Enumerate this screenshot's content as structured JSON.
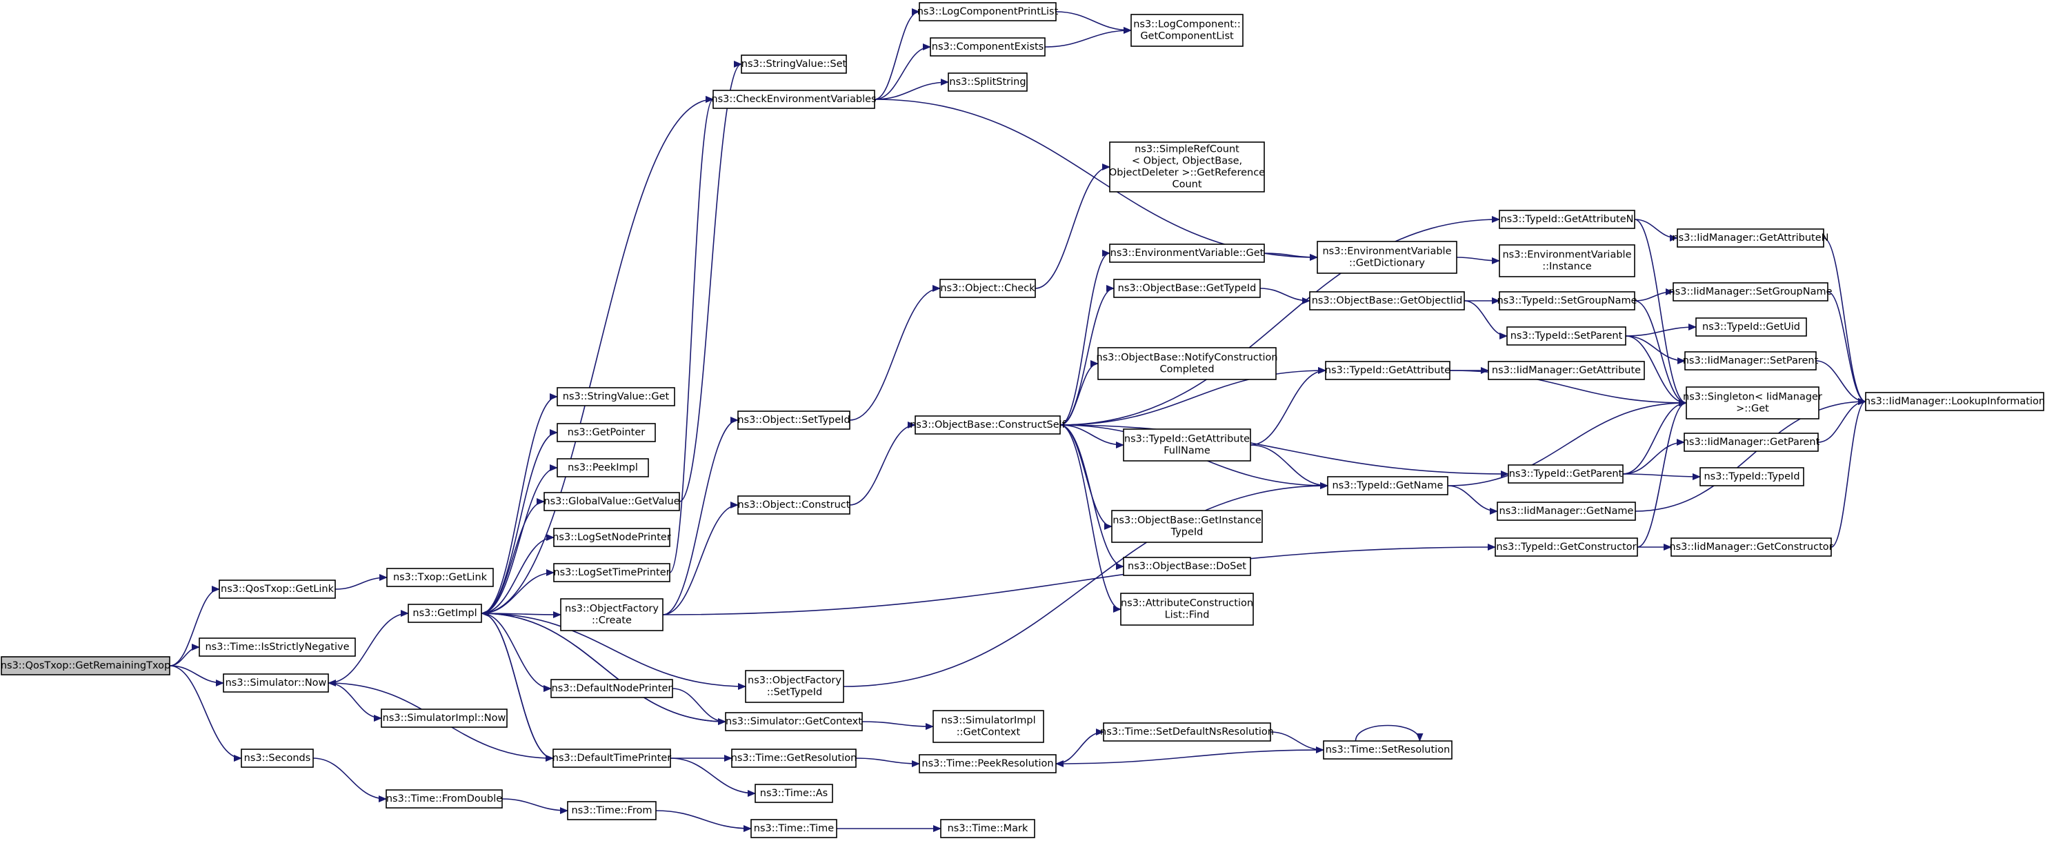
{
  "diagram": {
    "title": "",
    "colors": {
      "edge": "#191970",
      "node_border": "#000000",
      "node_fill": "#ffffff",
      "root_fill": "#bfbfbf"
    },
    "nodes": [
      {
        "id": "root",
        "lines": [
          "ns3::QosTxop::GetRemainingTxop"
        ],
        "root": true
      },
      {
        "id": "qos_getlink",
        "lines": [
          "ns3::QosTxop::GetLink"
        ]
      },
      {
        "id": "time_isstrictlyneg",
        "lines": [
          "ns3::Time::IsStrictlyNegative"
        ]
      },
      {
        "id": "sim_now",
        "lines": [
          "ns3::Simulator::Now"
        ]
      },
      {
        "id": "seconds",
        "lines": [
          "ns3::Seconds"
        ]
      },
      {
        "id": "txop_getlink",
        "lines": [
          "ns3::Txop::GetLink"
        ]
      },
      {
        "id": "getimpl",
        "lines": [
          "ns3::GetImpl"
        ]
      },
      {
        "id": "simimpl_now",
        "lines": [
          "ns3::SimulatorImpl::Now"
        ]
      },
      {
        "id": "time_fromdouble",
        "lines": [
          "ns3::Time::FromDouble"
        ]
      },
      {
        "id": "stringvalue_get",
        "lines": [
          "ns3::StringValue::Get"
        ]
      },
      {
        "id": "getpointer",
        "lines": [
          "ns3::GetPointer"
        ]
      },
      {
        "id": "peekimpl",
        "lines": [
          "ns3::PeekImpl"
        ]
      },
      {
        "id": "globalvalue_getvalue",
        "lines": [
          "ns3::GlobalValue::GetValue"
        ]
      },
      {
        "id": "logsetnodeprinter",
        "lines": [
          "ns3::LogSetNodePrinter"
        ]
      },
      {
        "id": "logsettimeprinter",
        "lines": [
          "ns3::LogSetTimePrinter"
        ]
      },
      {
        "id": "objfactory_create",
        "lines": [
          "ns3::ObjectFactory",
          "::Create"
        ]
      },
      {
        "id": "defaultnodeprinter",
        "lines": [
          "ns3::DefaultNodePrinter"
        ]
      },
      {
        "id": "defaulttimeprinter",
        "lines": [
          "ns3::DefaultTimePrinter"
        ]
      },
      {
        "id": "time_from",
        "lines": [
          "ns3::Time::From"
        ]
      },
      {
        "id": "stringvalue_set",
        "lines": [
          "ns3::StringValue::Set"
        ]
      },
      {
        "id": "checkenvvars",
        "lines": [
          "ns3::CheckEnvironmentVariables"
        ]
      },
      {
        "id": "object_settypeid",
        "lines": [
          "ns3::Object::SetTypeId"
        ]
      },
      {
        "id": "object_construct",
        "lines": [
          "ns3::Object::Construct"
        ]
      },
      {
        "id": "objfactory_settypeid",
        "lines": [
          "ns3::ObjectFactory",
          "::SetTypeId"
        ]
      },
      {
        "id": "sim_getcontext",
        "lines": [
          "ns3::Simulator::GetContext"
        ]
      },
      {
        "id": "time_getresolution",
        "lines": [
          "ns3::Time::GetResolution"
        ]
      },
      {
        "id": "time_as",
        "lines": [
          "ns3::Time::As"
        ]
      },
      {
        "id": "time_time",
        "lines": [
          "ns3::Time::Time"
        ]
      },
      {
        "id": "logcompprintlist",
        "lines": [
          "ns3::LogComponentPrintList"
        ]
      },
      {
        "id": "componentexists",
        "lines": [
          "ns3::ComponentExists"
        ]
      },
      {
        "id": "splitstring",
        "lines": [
          "ns3::SplitString"
        ]
      },
      {
        "id": "object_check",
        "lines": [
          "ns3::Object::Check"
        ]
      },
      {
        "id": "objbase_constructself",
        "lines": [
          "ns3::ObjectBase::ConstructSelf"
        ]
      },
      {
        "id": "simimpl_getcontext",
        "lines": [
          "ns3::SimulatorImpl",
          "::GetContext"
        ]
      },
      {
        "id": "time_peekresolution",
        "lines": [
          "ns3::Time::PeekResolution"
        ]
      },
      {
        "id": "time_mark",
        "lines": [
          "ns3::Time::Mark"
        ]
      },
      {
        "id": "logcomp_getcomplist",
        "lines": [
          "ns3::LogComponent::",
          "GetComponentList"
        ]
      },
      {
        "id": "simplerefcount",
        "lines": [
          "ns3::SimpleRefCount",
          "< Object, ObjectBase,",
          "ObjectDeleter >::GetReference",
          "Count"
        ]
      },
      {
        "id": "envvar_get",
        "lines": [
          "ns3::EnvironmentVariable::Get"
        ]
      },
      {
        "id": "objbase_gettypeid",
        "lines": [
          "ns3::ObjectBase::GetTypeId"
        ]
      },
      {
        "id": "objbase_notifyconstruction",
        "lines": [
          "ns3::ObjectBase::NotifyConstruction",
          "Completed"
        ]
      },
      {
        "id": "typeid_getattributefullname",
        "lines": [
          "ns3::TypeId::GetAttribute",
          "FullName"
        ]
      },
      {
        "id": "objbase_getinstancetypeid",
        "lines": [
          "ns3::ObjectBase::GetInstance",
          "TypeId"
        ]
      },
      {
        "id": "objbase_doset",
        "lines": [
          "ns3::ObjectBase::DoSet"
        ]
      },
      {
        "id": "attrconstructionlist_find",
        "lines": [
          "ns3::AttributeConstruction",
          "List::Find"
        ]
      },
      {
        "id": "time_setdefaultnsresolution",
        "lines": [
          "ns3::Time::SetDefaultNsResolution"
        ]
      },
      {
        "id": "envvar_getdictionary",
        "lines": [
          "ns3::EnvironmentVariable",
          "::GetDictionary"
        ]
      },
      {
        "id": "objbase_getobjectiid",
        "lines": [
          "ns3::ObjectBase::GetObjectIid"
        ]
      },
      {
        "id": "typeid_getattribute",
        "lines": [
          "ns3::TypeId::GetAttribute"
        ]
      },
      {
        "id": "typeid_getname",
        "lines": [
          "ns3::TypeId::GetName"
        ]
      },
      {
        "id": "time_setresolution",
        "lines": [
          "ns3::Time::SetResolution"
        ]
      },
      {
        "id": "typeid_getattributen",
        "lines": [
          "ns3::TypeId::GetAttributeN"
        ]
      },
      {
        "id": "envvar_instance",
        "lines": [
          "ns3::EnvironmentVariable",
          "::Instance"
        ]
      },
      {
        "id": "typeid_setgroupname",
        "lines": [
          "ns3::TypeId::SetGroupName"
        ]
      },
      {
        "id": "typeid_setparent",
        "lines": [
          "ns3::TypeId::SetParent"
        ]
      },
      {
        "id": "iidmgr_getattribute",
        "lines": [
          "ns3::IidManager::GetAttribute"
        ]
      },
      {
        "id": "typeid_getparent",
        "lines": [
          "ns3::TypeId::GetParent"
        ]
      },
      {
        "id": "iidmgr_getname",
        "lines": [
          "ns3::IidManager::GetName"
        ]
      },
      {
        "id": "typeid_getconstructor",
        "lines": [
          "ns3::TypeId::GetConstructor"
        ]
      },
      {
        "id": "iidmgr_getattributen",
        "lines": [
          "ns3::IidManager::GetAttributeN"
        ]
      },
      {
        "id": "iidmgr_setgroupname",
        "lines": [
          "ns3::IidManager::SetGroupName"
        ]
      },
      {
        "id": "typeid_getuid",
        "lines": [
          "ns3::TypeId::GetUid"
        ]
      },
      {
        "id": "iidmgr_setparent",
        "lines": [
          "ns3::IidManager::SetParent"
        ]
      },
      {
        "id": "singleton_get",
        "lines": [
          "ns3::Singleton< IidManager",
          ">::Get"
        ]
      },
      {
        "id": "iidmgr_getparent",
        "lines": [
          "ns3::IidManager::GetParent"
        ]
      },
      {
        "id": "typeid_typeid",
        "lines": [
          "ns3::TypeId::TypeId"
        ]
      },
      {
        "id": "iidmgr_getconstructor",
        "lines": [
          "ns3::IidManager::GetConstructor"
        ]
      },
      {
        "id": "iidmgr_lookupinformation",
        "lines": [
          "ns3::IidManager::LookupInformation"
        ]
      }
    ],
    "edges": [
      [
        "root",
        "qos_getlink"
      ],
      [
        "root",
        "time_isstrictlyneg"
      ],
      [
        "root",
        "sim_now"
      ],
      [
        "root",
        "seconds"
      ],
      [
        "qos_getlink",
        "txop_getlink"
      ],
      [
        "sim_now",
        "getimpl"
      ],
      [
        "sim_now",
        "simimpl_now"
      ],
      [
        "seconds",
        "time_fromdouble"
      ],
      [
        "time_fromdouble",
        "time_from"
      ],
      [
        "time_from",
        "time_time"
      ],
      [
        "time_time",
        "time_mark"
      ],
      [
        "getimpl",
        "stringvalue_get"
      ],
      [
        "getimpl",
        "getpointer"
      ],
      [
        "getimpl",
        "peekimpl"
      ],
      [
        "getimpl",
        "globalvalue_getvalue"
      ],
      [
        "getimpl",
        "logsetnodeprinter"
      ],
      [
        "getimpl",
        "logsettimeprinter"
      ],
      [
        "getimpl",
        "objfactory_create"
      ],
      [
        "getimpl",
        "defaultnodeprinter"
      ],
      [
        "getimpl",
        "defaulttimeprinter"
      ],
      [
        "getimpl",
        "objfactory_settypeid"
      ],
      [
        "getimpl",
        "sim_getcontext"
      ],
      [
        "getimpl",
        "checkenvvars"
      ],
      [
        "globalvalue_getvalue",
        "stringvalue_set"
      ],
      [
        "logsettimeprinter",
        "checkenvvars"
      ],
      [
        "objfactory_create",
        "object_settypeid"
      ],
      [
        "objfactory_create",
        "object_construct"
      ],
      [
        "objfactory_create",
        "typeid_getconstructor"
      ],
      [
        "defaultnodeprinter",
        "sim_getcontext"
      ],
      [
        "defaulttimeprinter",
        "sim_now"
      ],
      [
        "defaulttimeprinter",
        "getimpl"
      ],
      [
        "defaulttimeprinter",
        "time_getresolution"
      ],
      [
        "defaulttimeprinter",
        "time_as"
      ],
      [
        "sim_getcontext",
        "getimpl"
      ],
      [
        "sim_getcontext",
        "simimpl_getcontext"
      ],
      [
        "checkenvvars",
        "logcompprintlist"
      ],
      [
        "checkenvvars",
        "componentexists"
      ],
      [
        "checkenvvars",
        "splitstring"
      ],
      [
        "checkenvvars",
        "envvar_getdictionary"
      ],
      [
        "logcompprintlist",
        "logcomp_getcomplist"
      ],
      [
        "componentexists",
        "logcomp_getcomplist"
      ],
      [
        "object_settypeid",
        "object_check"
      ],
      [
        "object_check",
        "simplerefcount"
      ],
      [
        "object_construct",
        "objbase_constructself"
      ],
      [
        "objbase_constructself",
        "envvar_get"
      ],
      [
        "objbase_constructself",
        "objbase_gettypeid"
      ],
      [
        "objbase_constructself",
        "objbase_notifyconstruction"
      ],
      [
        "objbase_constructself",
        "typeid_getattributefullname"
      ],
      [
        "objbase_constructself",
        "objbase_getinstancetypeid"
      ],
      [
        "objbase_constructself",
        "objbase_doset"
      ],
      [
        "objbase_constructself",
        "attrconstructionlist_find"
      ],
      [
        "objbase_constructself",
        "typeid_getattribute"
      ],
      [
        "objbase_constructself",
        "typeid_getname"
      ],
      [
        "objbase_constructself",
        "typeid_getattributen"
      ],
      [
        "objbase_constructself",
        "typeid_getparent"
      ],
      [
        "envvar_get",
        "envvar_getdictionary"
      ],
      [
        "envvar_getdictionary",
        "envvar_instance"
      ],
      [
        "objbase_gettypeid",
        "objbase_getobjectiid"
      ],
      [
        "objbase_getobjectiid",
        "typeid_setgroupname"
      ],
      [
        "objbase_getobjectiid",
        "typeid_setparent"
      ],
      [
        "typeid_getattributefullname",
        "typeid_getattribute"
      ],
      [
        "typeid_getattributefullname",
        "typeid_getname"
      ],
      [
        "typeid_getattribute",
        "iidmgr_getattribute"
      ],
      [
        "typeid_getattribute",
        "singleton_get"
      ],
      [
        "typeid_getname",
        "iidmgr_getname"
      ],
      [
        "typeid_getname",
        "singleton_get"
      ],
      [
        "objfactory_settypeid",
        "typeid_getname"
      ],
      [
        "time_getresolution",
        "time_peekresolution"
      ],
      [
        "time_peekresolution",
        "time_setdefaultnsresolution"
      ],
      [
        "time_setdefaultnsresolution",
        "time_setresolution"
      ],
      [
        "time_setresolution",
        "time_peekresolution"
      ],
      [
        "time_setresolution",
        "time_setresolution"
      ],
      [
        "typeid_getattributen",
        "iidmgr_getattributen"
      ],
      [
        "typeid_getattributen",
        "singleton_get"
      ],
      [
        "typeid_setgroupname",
        "iidmgr_setgroupname"
      ],
      [
        "typeid_setgroupname",
        "singleton_get"
      ],
      [
        "typeid_setparent",
        "typeid_getuid"
      ],
      [
        "typeid_setparent",
        "iidmgr_setparent"
      ],
      [
        "typeid_setparent",
        "singleton_get"
      ],
      [
        "typeid_getparent",
        "iidmgr_getparent"
      ],
      [
        "typeid_getparent",
        "typeid_typeid"
      ],
      [
        "typeid_getparent",
        "singleton_get"
      ],
      [
        "typeid_getconstructor",
        "iidmgr_getconstructor"
      ],
      [
        "typeid_getconstructor",
        "singleton_get"
      ],
      [
        "iidmgr_getattributen",
        "iidmgr_lookupinformation"
      ],
      [
        "iidmgr_setgroupname",
        "iidmgr_lookupinformation"
      ],
      [
        "iidmgr_setparent",
        "iidmgr_lookupinformation"
      ],
      [
        "iidmgr_getparent",
        "iidmgr_lookupinformation"
      ],
      [
        "iidmgr_getname",
        "iidmgr_lookupinformation"
      ],
      [
        "iidmgr_getconstructor",
        "iidmgr_lookupinformation"
      ]
    ]
  }
}
